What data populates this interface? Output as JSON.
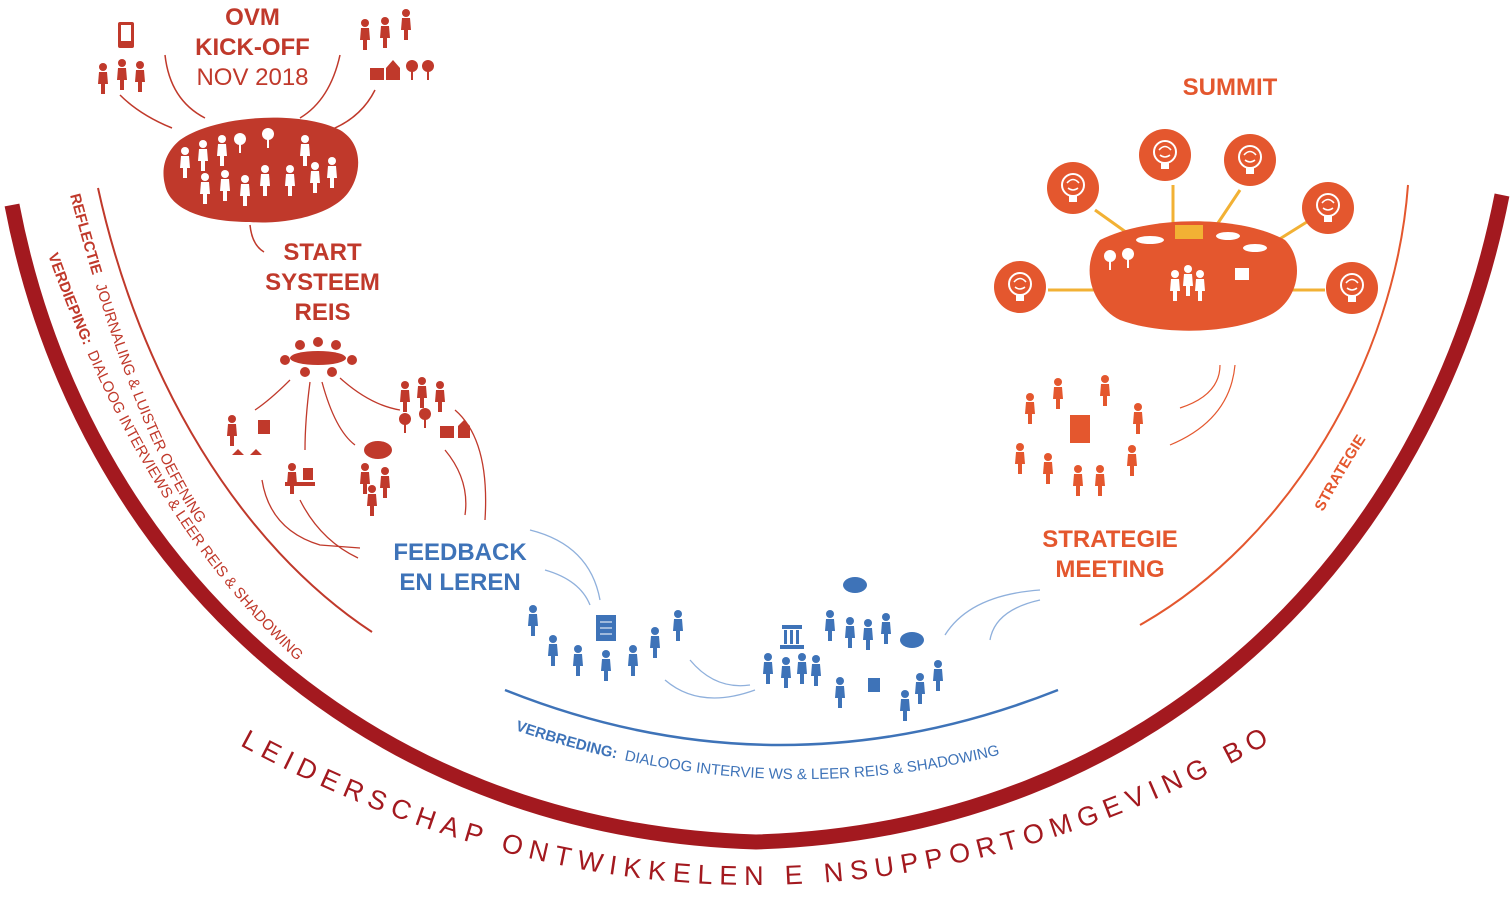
{
  "colors": {
    "dark_red": "#a3191f",
    "red": "#c0392b",
    "orange": "#e4572e",
    "blue": "#3e73b8",
    "light_blue": "#8fb0dc",
    "yellow": "#f2b134"
  },
  "stages": {
    "kickoff": {
      "line1": "OVM",
      "line2": "KICK-OFF",
      "line3": "NOV 2018"
    },
    "start": {
      "line1": "START",
      "line2": "SYSTEEM",
      "line3": "REIS"
    },
    "feedback": {
      "line1": "FEEDBACK",
      "line2": "EN LEREN"
    },
    "strategie_meeting": {
      "line1": "STRATEGIE",
      "line2": "MEETING"
    },
    "summit": {
      "label": "SUMMIT"
    }
  },
  "arcs": {
    "reflectie_title": "REFLECTIE",
    "reflectie_text": "JOURNALING & LUISTER OEFENING",
    "verdieping_title": "VERDIEPING:",
    "verdieping_text": "DIALOOG INTERVIEWS & LEER REIS & SHADOWING",
    "verbreding_title": "VERBREDING:",
    "verbreding_text": "DIALOOG INTERVIE WS & LEER REIS & SHADOWING",
    "strategie": "STRATEGIE",
    "bottom_title": "LEIDERSCHAP ONTWIKKELEN E NSUPPORTOMGEVING BOUWEN"
  },
  "icons": [
    "phone-icon",
    "family-icon",
    "people-icon",
    "trees-icon",
    "crowd-island-icon",
    "meeting-table-icon",
    "gardening-icon",
    "desk-icon",
    "thought-cloud-icon",
    "brain-lightbulb-icon",
    "document-icon",
    "building-icon",
    "handshake-icon"
  ]
}
